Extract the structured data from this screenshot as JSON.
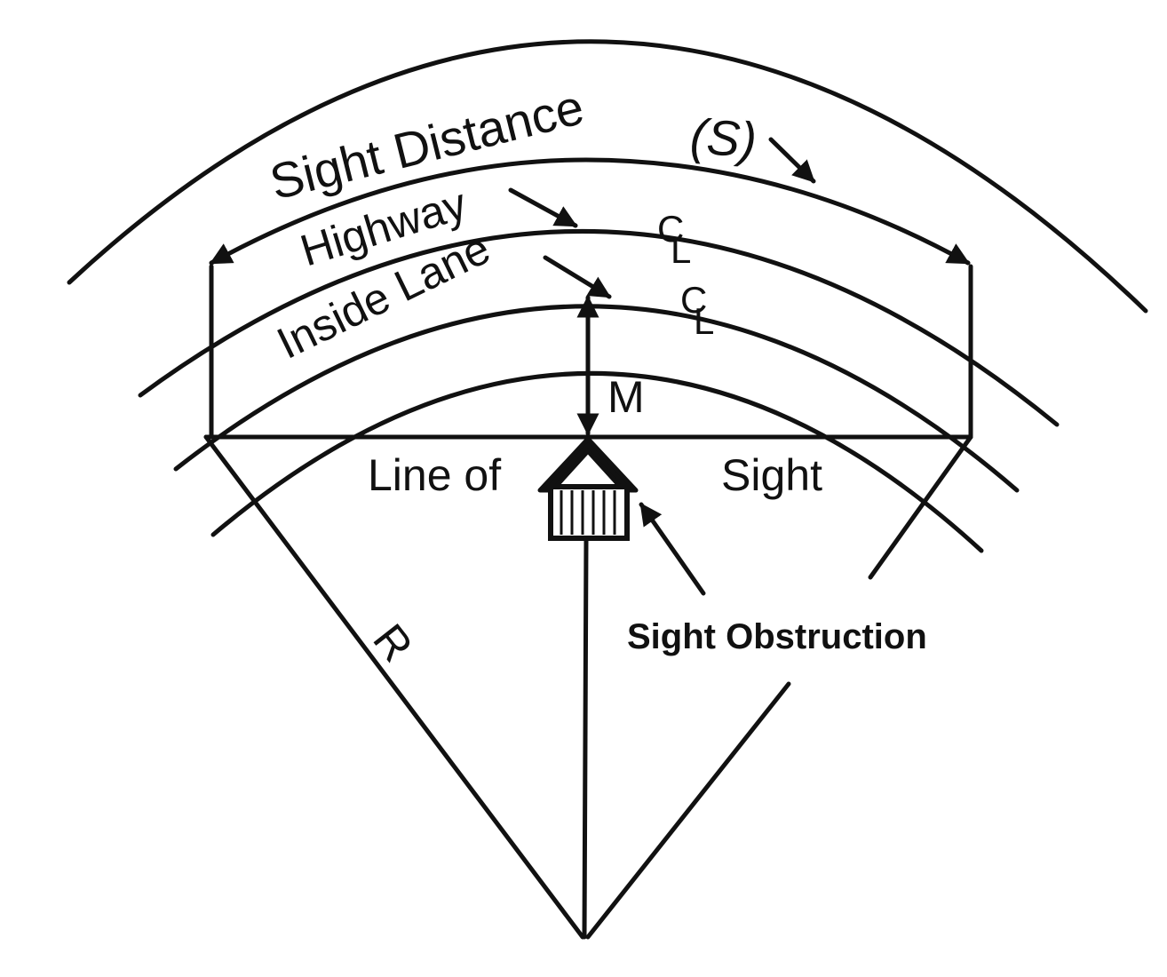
{
  "labels": {
    "sight_distance": "Sight Distance",
    "s_symbol": "(S)",
    "highway": "Highway",
    "inside_lane": "Inside Lane",
    "centerline_c": "C",
    "centerline_l": "L",
    "m": "M",
    "line_of": "Line of",
    "sight": "Sight",
    "r": "R",
    "sight_obstruction": "Sight Obstruction"
  },
  "colors": {
    "ink": "#111111",
    "background": "#ffffff"
  }
}
